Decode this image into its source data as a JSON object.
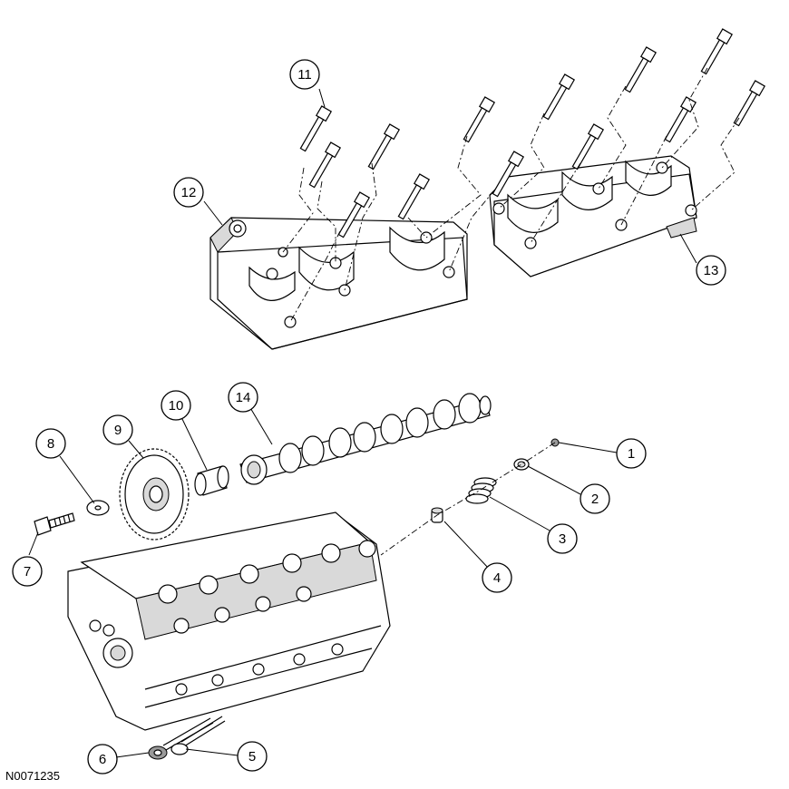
{
  "figure_id": "N0071235",
  "callouts": [
    "1",
    "2",
    "3",
    "4",
    "5",
    "6",
    "7",
    "8",
    "9",
    "10",
    "11",
    "12",
    "13",
    "14"
  ]
}
